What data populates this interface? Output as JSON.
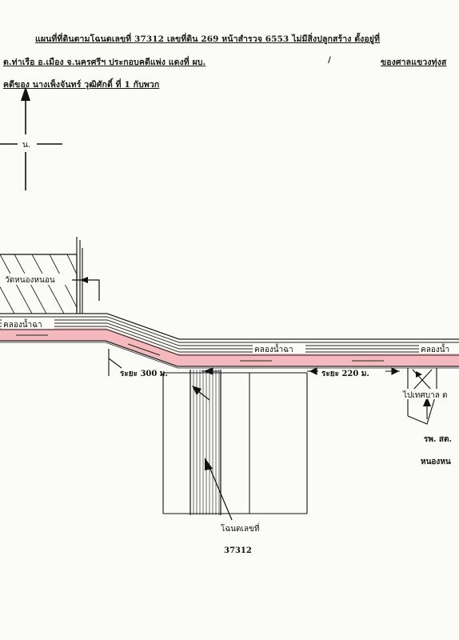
{
  "header": {
    "line1": "แผนที่ที่ดินตามโฉนดเลขที่  37312  เลขที่ดิน  269  หน้าสำรวจ 6553  ไม่มีสิ่งปลูกสร้าง  ตั้งอยู่ที่",
    "line2_left": "ต.ท่าเรือ  อ.เมือง  จ.นครศรีฯ ประกอบคดีแพ่ง แดงที่ ผบ.",
    "line2_slash": "/",
    "line2_right": "ของศาลแขวงทุ่งส",
    "line3": "คดีของ  นางเพ็งจันทร์  วุฒิศักดิ์  ที่ 1 กับพวก"
  },
  "north": {
    "label": "น."
  },
  "labels": {
    "temple": "วัดหนองหนอน",
    "canal_left": "คลองน้ำฉา",
    "canal_mid": "คลองน้ำฉา",
    "canal_right": "คลองน้ำ",
    "distance_left": "ระยะ  300  ม.",
    "distance_right": "ระยะ  220  ม.",
    "to_municipality": "ไปเทศบาล ต",
    "hospital": "รพ. สต.",
    "village": "หนองหน",
    "deed_label": "โฉนดเลขที่",
    "deed_number": "37312"
  },
  "colors": {
    "canal": "#f3b9bd",
    "ink": "#1a1a1a"
  }
}
